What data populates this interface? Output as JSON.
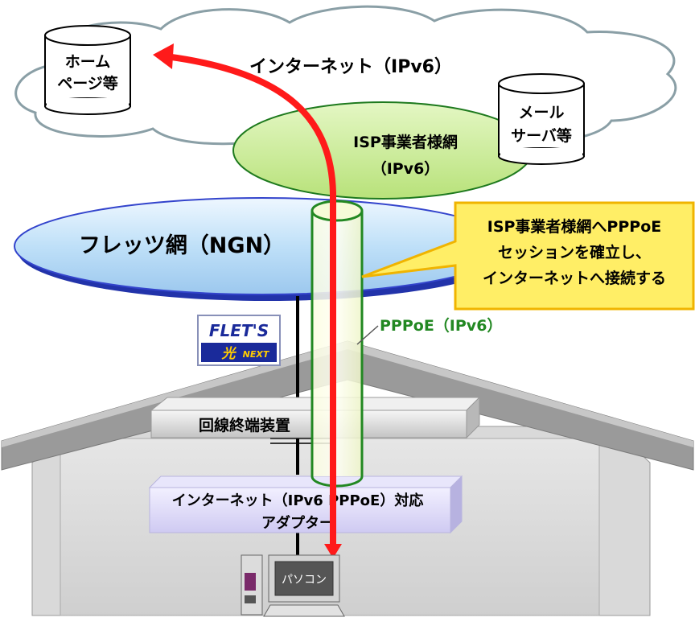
{
  "internet": {
    "label": "インターネット（IPv6）"
  },
  "homepage": {
    "line1": "ホーム",
    "line2": "ページ等"
  },
  "mail_server": {
    "line1": "メール",
    "line2": "サーバ等"
  },
  "isp_network": {
    "line1": "ISP事業者様網",
    "line2": "（IPv6）"
  },
  "ngn": {
    "label": "フレッツ網（NGN）"
  },
  "callout": {
    "line1": "ISP事業者様網へPPPoE",
    "line2": "セッションを確立し、",
    "line3": "インターネットへ接続する"
  },
  "flets_logo": {
    "top": "FLET'S",
    "kanji": "光",
    "sub": "NEXT"
  },
  "pppoe_label": "PPPoE（IPv6）",
  "onu": {
    "label": "回線終端装置"
  },
  "adapter": {
    "line1": "インターネット（IPv6 PPPoE）対応",
    "line2": "アダプター"
  },
  "pc": {
    "label": "パソコン"
  },
  "colors": {
    "cloud_fill": "#ffffff",
    "cloud_stroke": "#8a9fa6",
    "isp_fill": "#ccee99",
    "ngn_fill": "#c8e4f8",
    "ngn_stroke": "#3344cc",
    "callout_fill": "#ffee66",
    "callout_stroke": "#f0b400",
    "tunnel_stroke": "#228822",
    "arrow": "#ff1a1a",
    "pppoe_text": "#228822"
  }
}
